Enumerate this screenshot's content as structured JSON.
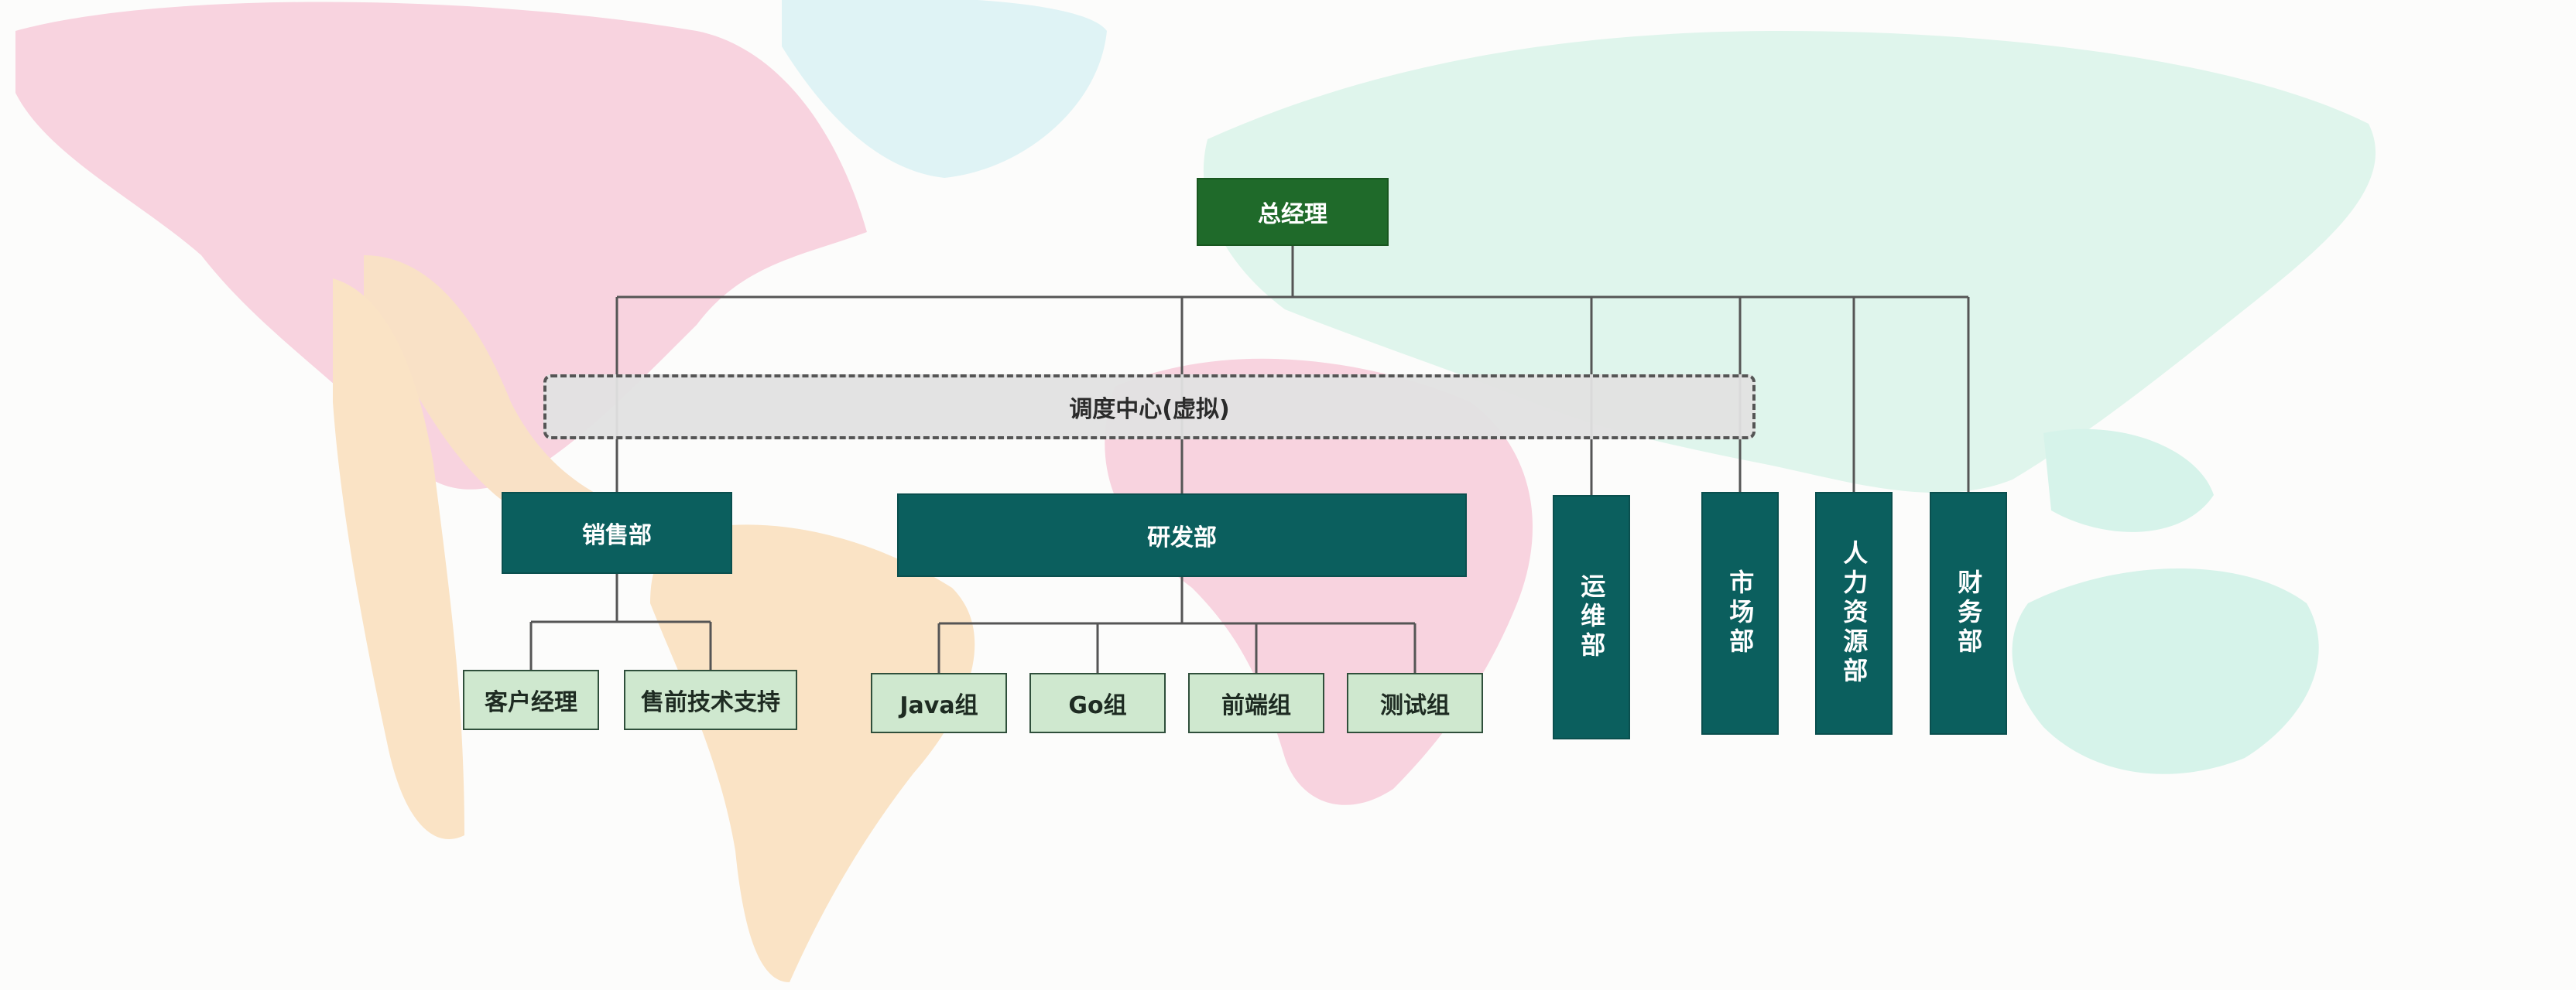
{
  "diagram": {
    "general_manager": "总经理",
    "dispatch_center": "调度中心(虚拟)",
    "sales": "销售部",
    "sales_children": [
      "客户经理",
      "售前技术支持"
    ],
    "rd": "研发部",
    "rd_children": [
      "Java组",
      "Go组",
      "前端组",
      "测试组"
    ],
    "ops": "运维部",
    "marketing": "市场部",
    "hr": "人力资源部",
    "finance": "财务部"
  },
  "colors": {
    "top_node": "#1f6a2a",
    "dept_node": "#0b5f5e",
    "team_node": "#cfe8cf",
    "virtual_node": "#e2e2e2",
    "connector": "#555555"
  },
  "background": {
    "type": "world-map-pastel"
  }
}
